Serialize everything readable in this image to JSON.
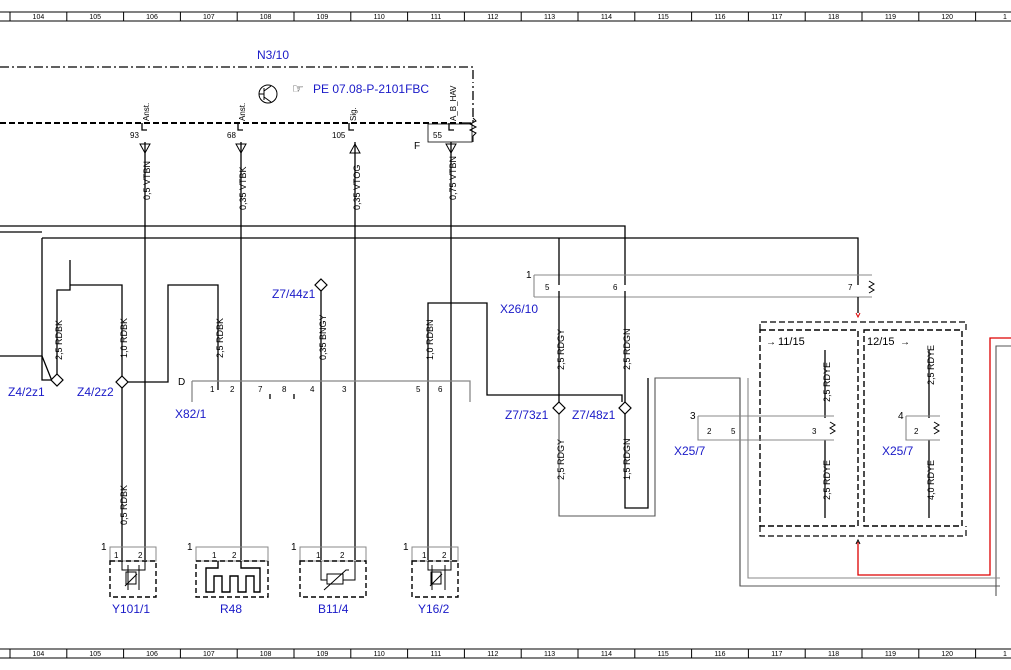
{
  "ruler": {
    "columns": [
      "104",
      "105",
      "106",
      "107",
      "108",
      "109",
      "110",
      "111",
      "112",
      "113",
      "114",
      "115",
      "116",
      "117",
      "118",
      "119",
      "120"
    ],
    "trailing": "1"
  },
  "control_unit": {
    "id": "N3/10",
    "reference_icon": "pointing-hand-icon",
    "reference": "PE 07.08-P-2101FBC",
    "letter": "F",
    "pins": [
      {
        "num": "93",
        "tag": "Anst."
      },
      {
        "num": "68",
        "tag": "Anst."
      },
      {
        "num": "105",
        "tag": "Sig."
      },
      {
        "num": "55",
        "tag": "A_B_HAV"
      }
    ]
  },
  "wires": {
    "w93": "0,5 VTBN",
    "w68": "0,35 VTBK",
    "w105": "0,35 VTOG",
    "w55": "0,75 VTBN",
    "z1": "2,5 RDBK",
    "z2": "1,0 RDBK",
    "r48a": "2,5 RDBK",
    "b11": "0,35 BNGY",
    "y16": "1,0 RDBN",
    "gy_up": "2,5 RDGY",
    "gn_up": "2,5 RDGN",
    "gy_dn": "2,5 RDGY",
    "gn_dn": "1,5 RDGN",
    "y101": "0,5 RDBK",
    "ye1": "2,5 RDYE",
    "ye2": "2,5 RDYE",
    "ye3": "2,5 RDYE",
    "ye4": "4,0 RDYE"
  },
  "connectors": {
    "x26": {
      "id": "X26/10",
      "num": "1",
      "pins": [
        "5",
        "6",
        "7"
      ]
    },
    "x82": {
      "id": "X82/1",
      "letter": "D",
      "pins": [
        "1",
        "2",
        "7",
        "8",
        "4",
        "3",
        "5",
        "6"
      ]
    },
    "x25a": {
      "id": "X25/7",
      "num": "3",
      "pins": [
        "2",
        "5",
        "3"
      ]
    },
    "x25b": {
      "id": "X25/7",
      "num": "4",
      "pins": [
        "2"
      ]
    }
  },
  "splices": {
    "z1": "Z4/2z1",
    "z2": "Z4/2z2",
    "z44": "Z7/44z1",
    "z73": "Z7/73z1",
    "z48": "Z7/48z1"
  },
  "fuse_blocks": {
    "a": "11/15",
    "b": "12/15"
  },
  "components": [
    {
      "id": "Y101/1",
      "num": "1",
      "pins": [
        "1",
        "2"
      ],
      "icon": "valve-icon"
    },
    {
      "id": "R48",
      "num": "1",
      "pins": [
        "1",
        "2"
      ],
      "icon": "heater-element-icon"
    },
    {
      "id": "B11/4",
      "num": "1",
      "pins": [
        "1",
        "2"
      ],
      "icon": "temperature-sensor-icon"
    },
    {
      "id": "Y16/2",
      "num": "1",
      "pins": [
        "1",
        "2"
      ],
      "icon": "valve-icon"
    }
  ]
}
